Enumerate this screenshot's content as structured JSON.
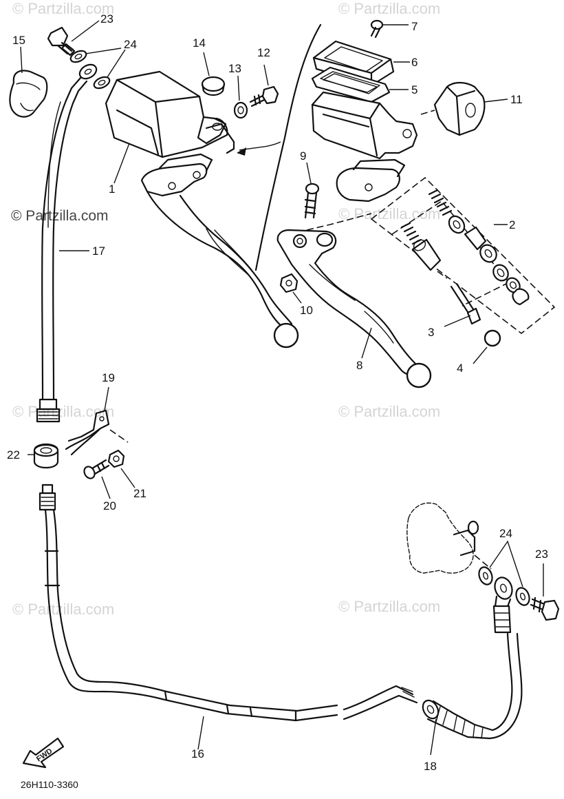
{
  "watermark": {
    "text": "© Partzilla.com"
  },
  "diagram_code": "26H110-3360",
  "direction_arrow": "FWD",
  "callouts": {
    "c1": "1",
    "c2": "2",
    "c3": "3",
    "c4": "4",
    "c5": "5",
    "c6": "6",
    "c7": "7",
    "c8": "8",
    "c9": "9",
    "c10": "10",
    "c11": "11",
    "c12": "12",
    "c13": "13",
    "c14": "14",
    "c15": "15",
    "c16": "16",
    "c17": "17",
    "c18": "18",
    "c19": "19",
    "c20": "20",
    "c21": "21",
    "c22": "22",
    "c23a": "23",
    "c23b": "23",
    "c24a": "24",
    "c24b": "24"
  }
}
